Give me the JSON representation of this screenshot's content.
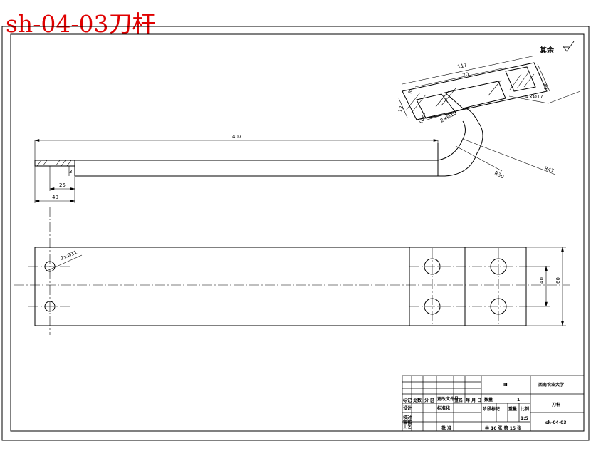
{
  "drawing_title": "sh-04-03刀杆",
  "surface_finish": {
    "label": "其余",
    "icon": "roughness-symbol-icon"
  },
  "dimensions": {
    "length_407": "407",
    "width_40": "40",
    "offset_25": "25",
    "thickness_3": "3",
    "flange_117": "117",
    "flange_70": "70",
    "height_40": "40",
    "holes_4x17": "4×Ø17",
    "depth_12": "12",
    "angle_105": "105°",
    "holes_2x10": "2×Ø10",
    "radius_30": "R30",
    "radius_47": "R47",
    "holes_2x11": "2×Ø11",
    "spacing_40": "40",
    "overall_60": "60",
    "small_8": "8"
  },
  "title_block": {
    "material": "Ⅲ",
    "school": "西南农业大学",
    "row_labels": [
      "标记",
      "处数",
      "分 区",
      "更改文件号",
      "签名",
      "年 月 日"
    ],
    "quantity_label": "数量",
    "quantity_value": "1",
    "design": "设计",
    "standard": "标准化",
    "stage_mark": "阶段标记",
    "weight": "重量",
    "scale": "比例",
    "scale_value": "1:5",
    "part_name": "刀杆",
    "check": "校对",
    "review": "审核",
    "process": "工艺",
    "approve": "批 准",
    "sheets": "共 16 张   第 15 张",
    "drawing_no": "sh-04-03"
  }
}
